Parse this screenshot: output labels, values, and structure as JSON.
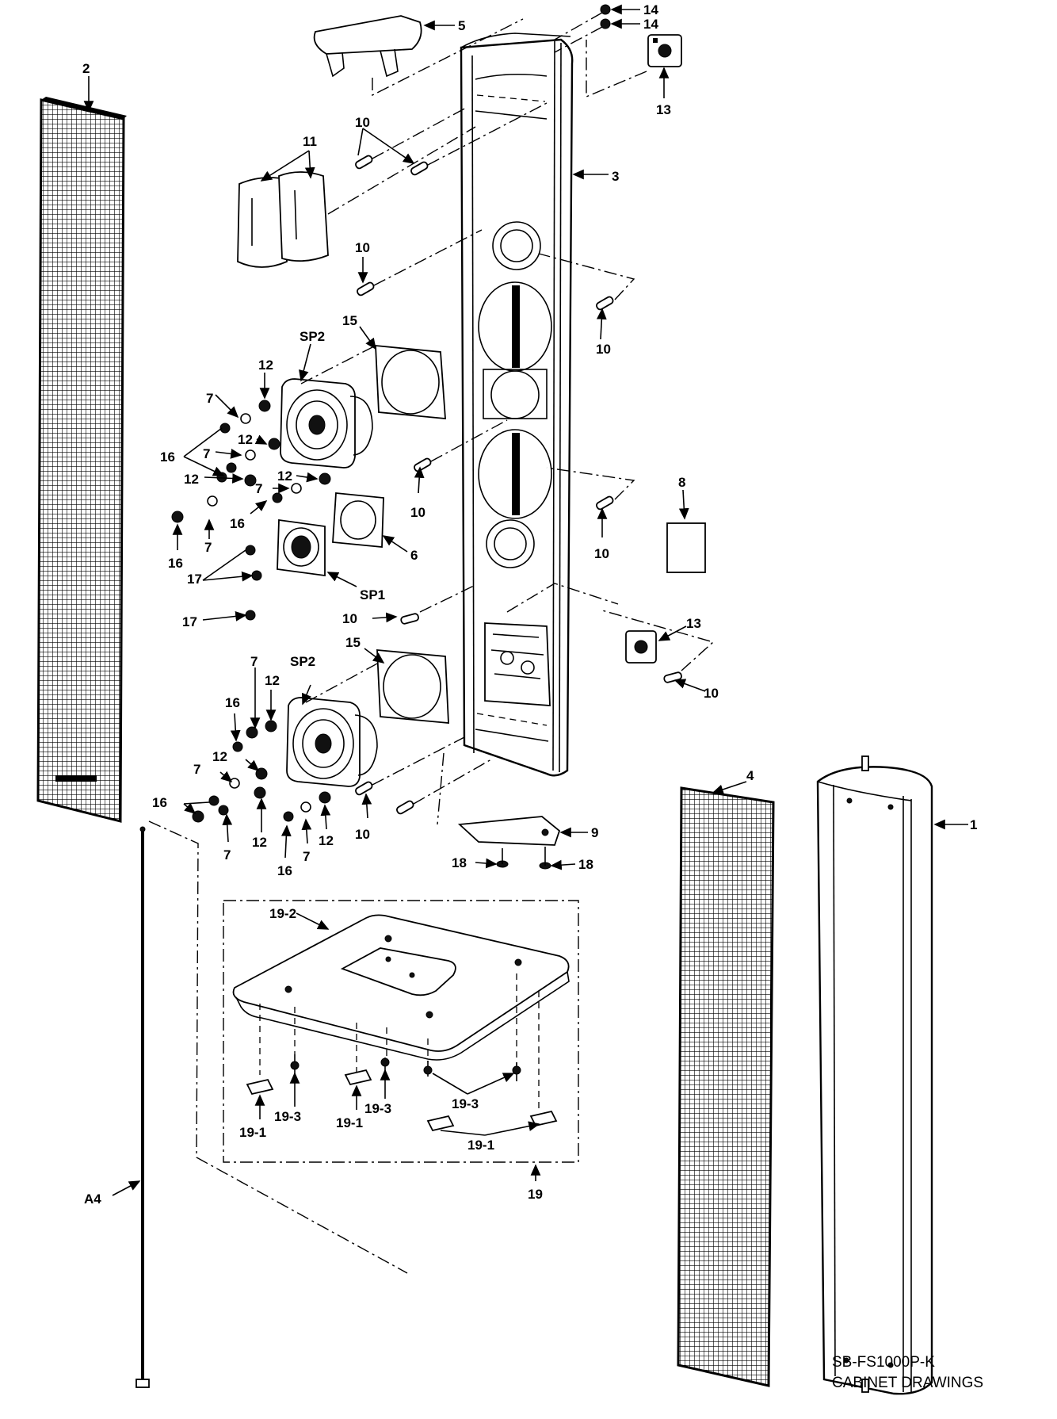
{
  "title": {
    "model": "SB-FS1000P-K",
    "caption": "CABINET DRAWINGS"
  },
  "callouts": [
    {
      "id": "c-14a",
      "text": "14"
    },
    {
      "id": "c-14b",
      "text": "14"
    },
    {
      "id": "c-5",
      "text": "5"
    },
    {
      "id": "c-2",
      "text": "2"
    },
    {
      "id": "c-13a",
      "text": "13"
    },
    {
      "id": "c-10a",
      "text": "10"
    },
    {
      "id": "c-11",
      "text": "11"
    },
    {
      "id": "c-3",
      "text": "3"
    },
    {
      "id": "c-10b",
      "text": "10"
    },
    {
      "id": "c-10c",
      "text": "10"
    },
    {
      "id": "c-15a",
      "text": "15"
    },
    {
      "id": "c-sp2a",
      "text": "SP2"
    },
    {
      "id": "c-12a",
      "text": "12"
    },
    {
      "id": "c-7a",
      "text": "7"
    },
    {
      "id": "c-12b",
      "text": "12"
    },
    {
      "id": "c-7b",
      "text": "7"
    },
    {
      "id": "c-16a",
      "text": "16"
    },
    {
      "id": "c-12c",
      "text": "12"
    },
    {
      "id": "c-12d",
      "text": "12"
    },
    {
      "id": "c-7c",
      "text": "7"
    },
    {
      "id": "c-10d",
      "text": "10"
    },
    {
      "id": "c-16b",
      "text": "16"
    },
    {
      "id": "c-8",
      "text": "8"
    },
    {
      "id": "c-7d",
      "text": "7"
    },
    {
      "id": "c-16c",
      "text": "16"
    },
    {
      "id": "c-6",
      "text": "6"
    },
    {
      "id": "c-10e",
      "text": "10"
    },
    {
      "id": "c-17a",
      "text": "17"
    },
    {
      "id": "c-sp1",
      "text": "SP1"
    },
    {
      "id": "c-17b",
      "text": "17"
    },
    {
      "id": "c-10f",
      "text": "10"
    },
    {
      "id": "c-13b",
      "text": "13"
    },
    {
      "id": "c-15b",
      "text": "15"
    },
    {
      "id": "c-7e",
      "text": "7"
    },
    {
      "id": "c-sp2b",
      "text": "SP2"
    },
    {
      "id": "c-12e",
      "text": "12"
    },
    {
      "id": "c-16d",
      "text": "16"
    },
    {
      "id": "c-10g",
      "text": "10"
    },
    {
      "id": "c-12f",
      "text": "12"
    },
    {
      "id": "c-7f",
      "text": "7"
    },
    {
      "id": "c-4",
      "text": "4"
    },
    {
      "id": "c-1",
      "text": "1"
    },
    {
      "id": "c-16e",
      "text": "16"
    },
    {
      "id": "c-12g",
      "text": "12"
    },
    {
      "id": "c-12h",
      "text": "12"
    },
    {
      "id": "c-10h",
      "text": "10"
    },
    {
      "id": "c-9",
      "text": "9"
    },
    {
      "id": "c-7g",
      "text": "7"
    },
    {
      "id": "c-7h",
      "text": "7"
    },
    {
      "id": "c-16f",
      "text": "16"
    },
    {
      "id": "c-18a",
      "text": "18"
    },
    {
      "id": "c-18b",
      "text": "18"
    },
    {
      "id": "c-19-2",
      "text": "19-2"
    },
    {
      "id": "c-19-3a",
      "text": "19-3"
    },
    {
      "id": "c-19-1a",
      "text": "19-1"
    },
    {
      "id": "c-19-3b",
      "text": "19-3"
    },
    {
      "id": "c-19-1b",
      "text": "19-1"
    },
    {
      "id": "c-19-3c",
      "text": "19-3"
    },
    {
      "id": "c-19-1c",
      "text": "19-1"
    },
    {
      "id": "c-19",
      "text": "19"
    },
    {
      "id": "c-a4",
      "text": "A4"
    }
  ]
}
